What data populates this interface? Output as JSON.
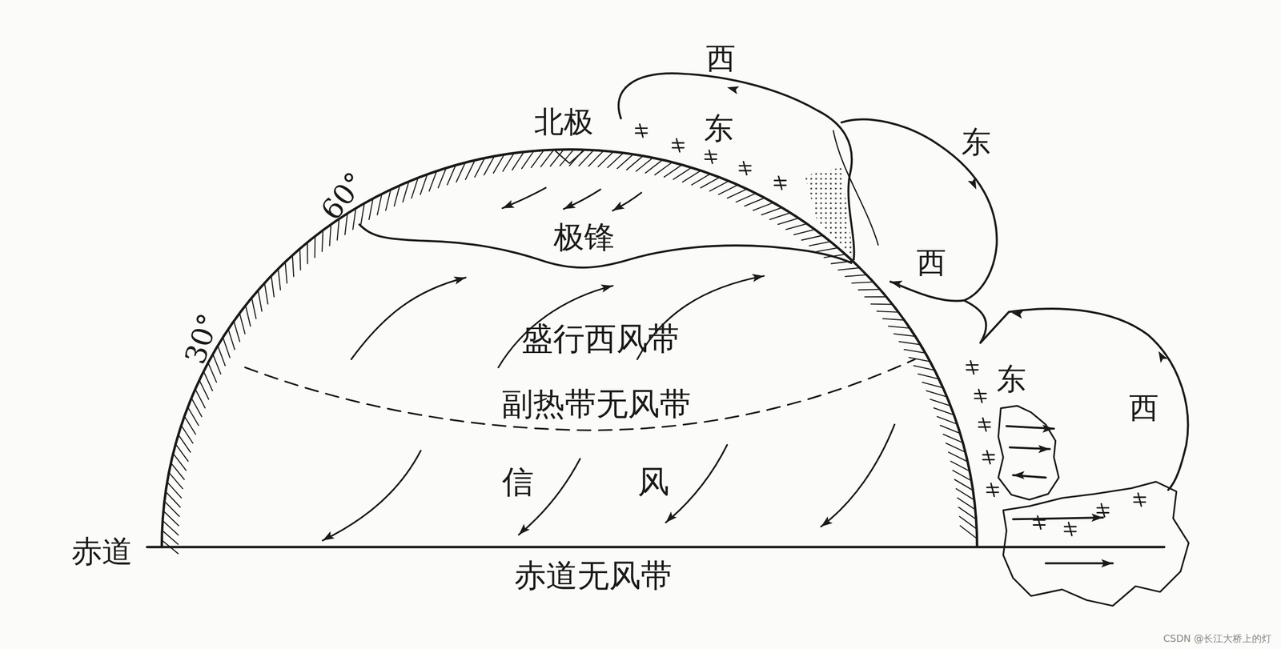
{
  "diagram": {
    "labels": [
      "西",
      "北极",
      "东",
      "东",
      "西",
      "60°",
      "极锋",
      "盛行西风带",
      "30°",
      "副热带无风带",
      "东",
      "西",
      "信",
      "风",
      "赤道",
      "赤道无风带",
      "CSDN @长江大桥上的灯"
    ]
  }
}
